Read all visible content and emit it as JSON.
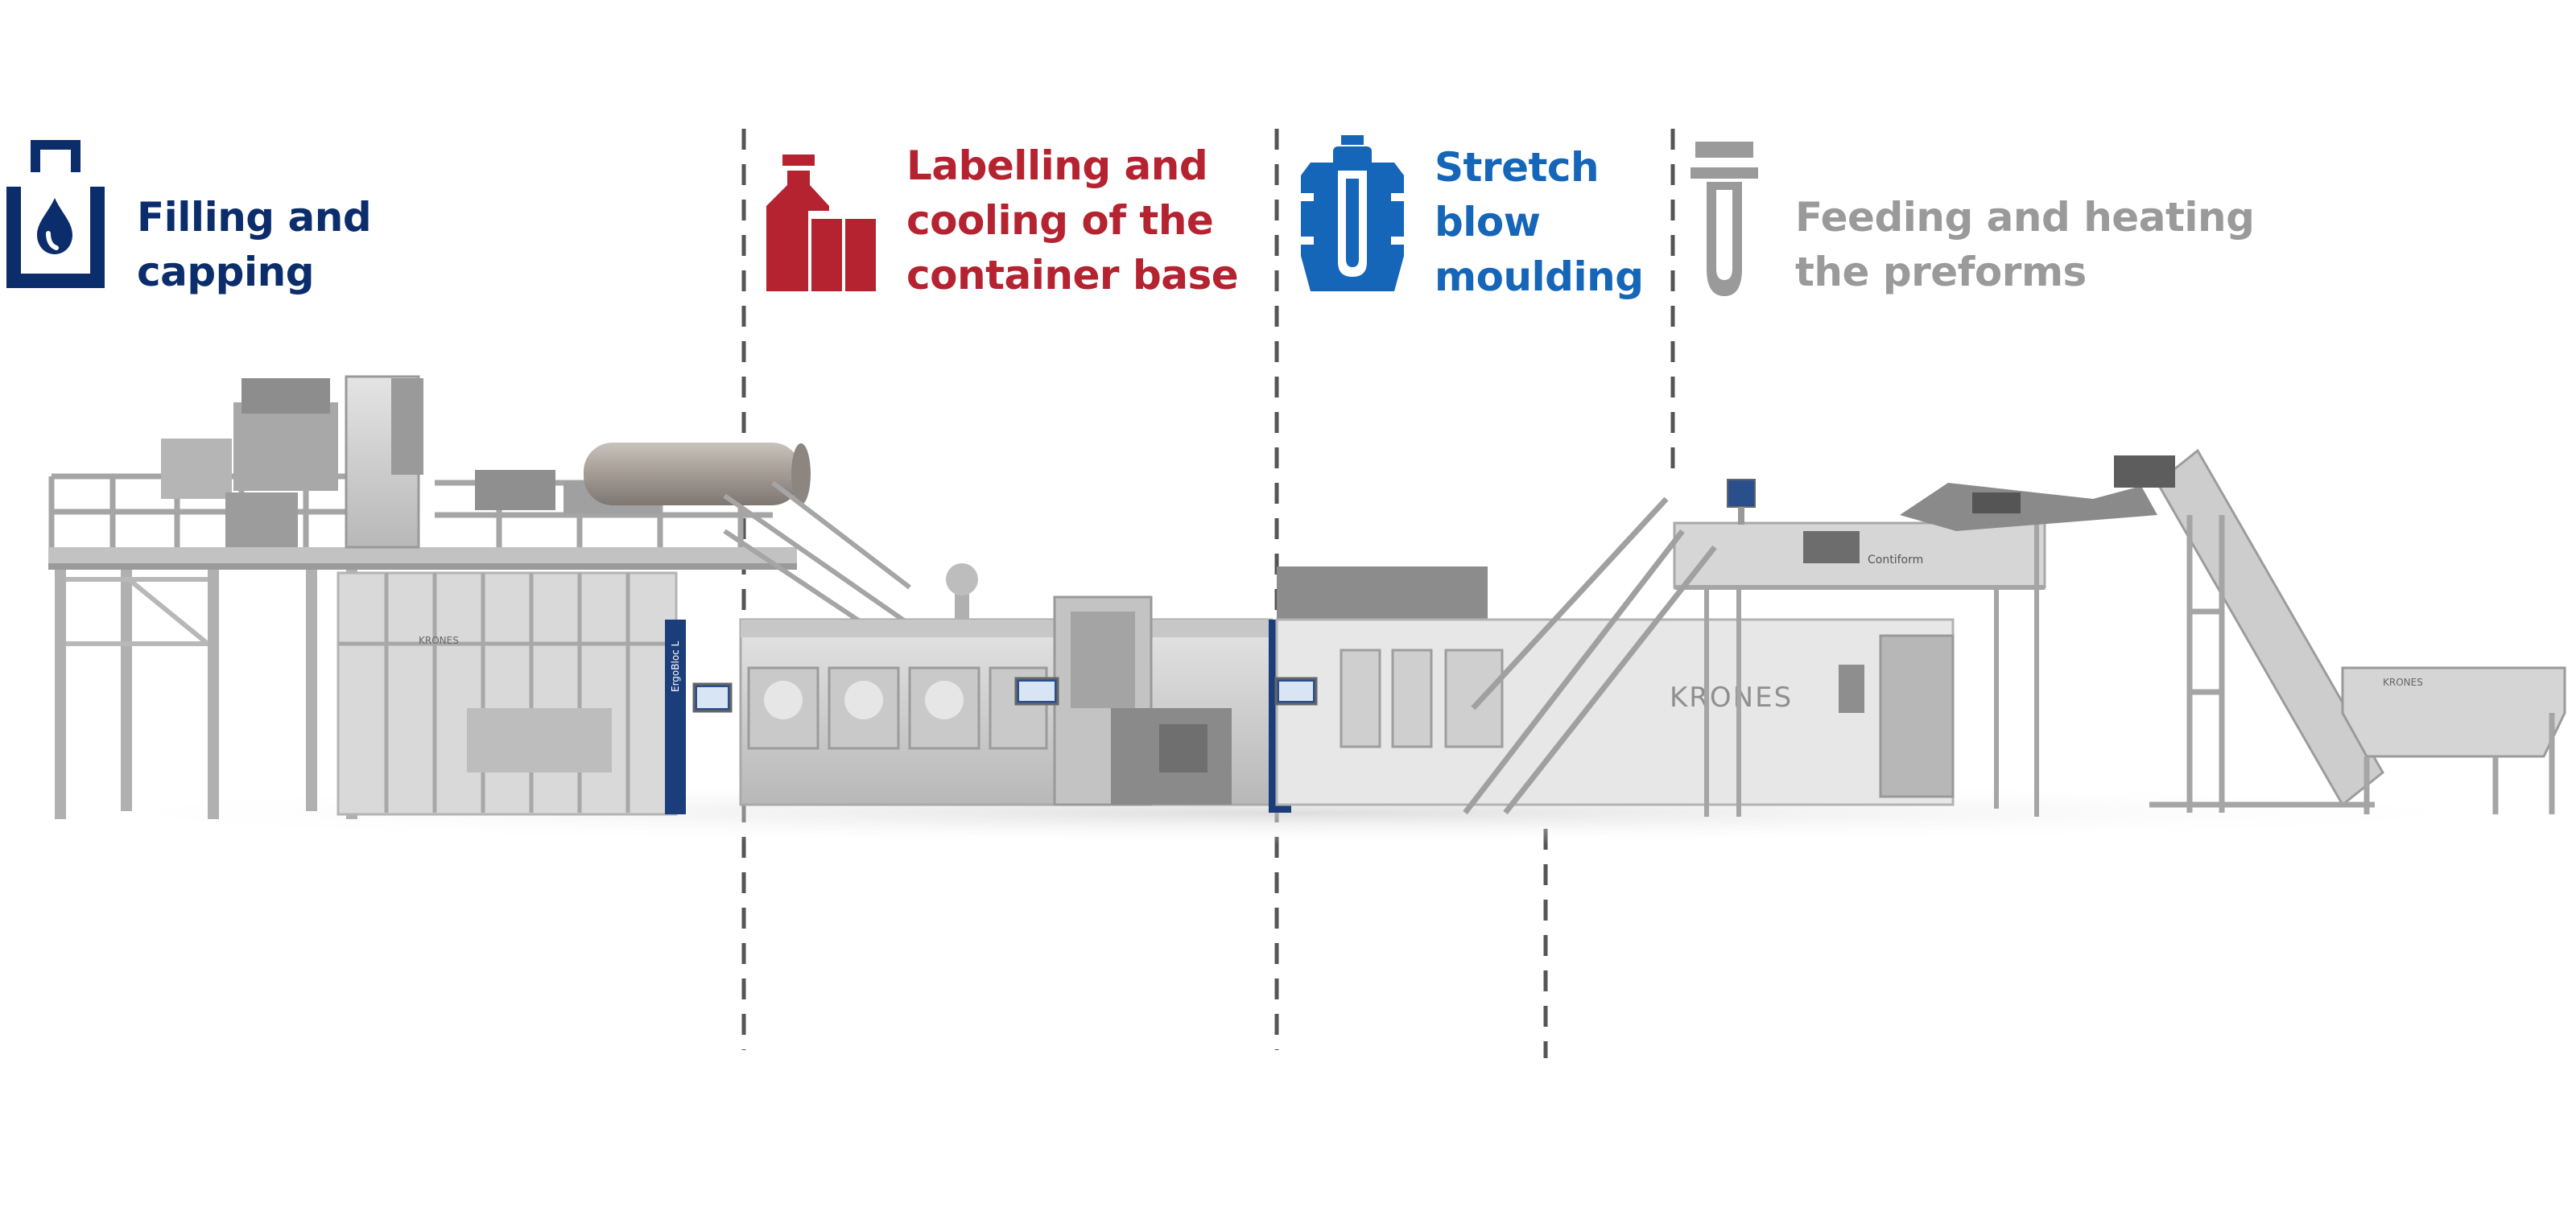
{
  "colors": {
    "navy": "#0c2d6b",
    "red": "#b52230",
    "blue": "#1565b8",
    "grey": "#9a9a9a",
    "divider": "#555555",
    "machine_light": "#d5d5d5",
    "machine_mid": "#b3b3b3",
    "machine_dark": "#7d7d7d",
    "panel_blue": "#1b3d7a"
  },
  "sections": [
    {
      "id": "filling",
      "lines": [
        "Filling and",
        "capping"
      ],
      "icon": "filling-tank-icon",
      "color_key": "navy"
    },
    {
      "id": "labelling",
      "lines": [
        "Labelling and",
        "cooling of the",
        "container base"
      ],
      "icon": "bottle-label-icon",
      "color_key": "red"
    },
    {
      "id": "blow",
      "lines": [
        "Stretch",
        "blow",
        "moulding"
      ],
      "icon": "blow-mould-icon",
      "color_key": "blue"
    },
    {
      "id": "feeding",
      "lines": [
        "Feeding and heating",
        "the preforms"
      ],
      "icon": "preform-tube-icon",
      "color_key": "grey"
    }
  ],
  "machine_text": {
    "brand_main": "KRONES",
    "brand_small": "KRONES",
    "panel_vertical": "ErgoBloc L",
    "contiform": "Contiform"
  }
}
